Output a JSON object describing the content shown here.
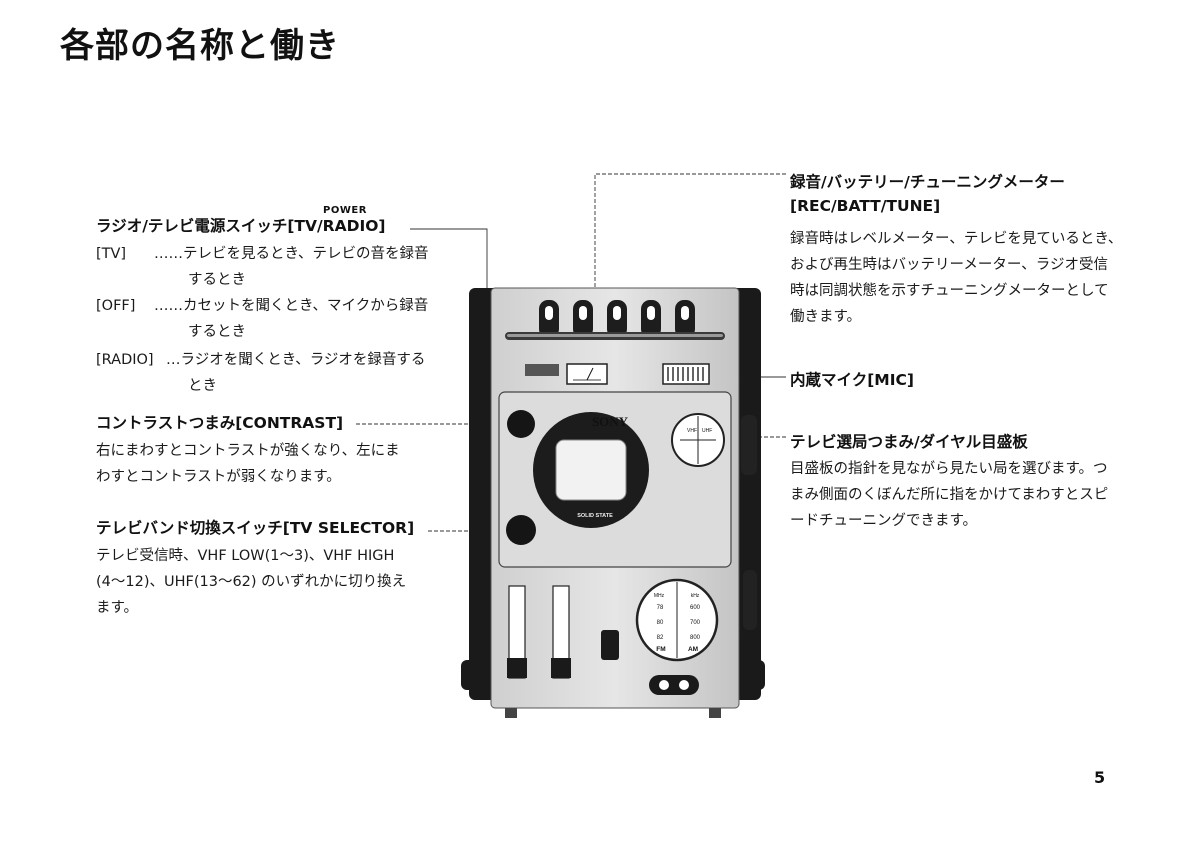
{
  "page": {
    "title": "各部の名称と働き",
    "page_number": "5"
  },
  "power_switch": {
    "heading": "ラジオ/テレビ電源スイッチ[TV/RADIO]",
    "power_label": "POWER",
    "items": [
      {
        "key": "[TV]",
        "text": "……テレビを見るとき、テレビの音を録音",
        "cont": "するとき"
      },
      {
        "key": "[OFF]",
        "text": "……カセットを聞くとき、マイクから録音",
        "cont": "するとき"
      },
      {
        "key": "[RADIO]",
        "text": "…ラジオを聞くとき、ラジオを録音する",
        "cont": "とき"
      }
    ]
  },
  "contrast": {
    "heading": "コントラストつまみ[CONTRAST]",
    "lines": [
      "右にまわすとコントラストが強くなり、左にま",
      "わすとコントラストが弱くなります。"
    ]
  },
  "tv_selector": {
    "heading": "テレビバンド切換スイッチ[TV SELECTOR]",
    "lines": [
      "テレビ受信時、VHF LOW(1〜3)、VHF HIGH",
      "(4〜12)、UHF(13〜62) のいずれかに切り換え",
      "ます。"
    ]
  },
  "meter": {
    "heading": "録音/バッテリー/チューニングメーター",
    "heading2": "[REC/BATT/TUNE]",
    "lines": [
      "録音時はレベルメーター、テレビを見ているとき、",
      "および再生時はバッテリーメーター、ラジオ受信",
      "時は同調状態を示すチューニングメーターとして",
      "働きます。"
    ]
  },
  "mic": {
    "heading": "内蔵マイク[MIC]"
  },
  "tv_tuning": {
    "heading": "テレビ選局つまみ/ダイヤル目盛板",
    "lines": [
      "目盛板の指針を見ながら見たい局を選びます。つ",
      "まみ側面のくぼんだ所に指をかけてまわすとスピ",
      "ードチューニングできます。"
    ]
  },
  "device": {
    "brand": "SONY",
    "screen_label": "SOLID STATE",
    "uhf_label": "UHF",
    "vhf_label": "VHF",
    "mhz_label": "MHz",
    "khz_label": "kHz",
    "fm_label": "FM",
    "am_label": "AM",
    "fm_scale": [
      "78",
      "80",
      "82"
    ],
    "am_scale": [
      "600",
      "700",
      "800"
    ]
  }
}
